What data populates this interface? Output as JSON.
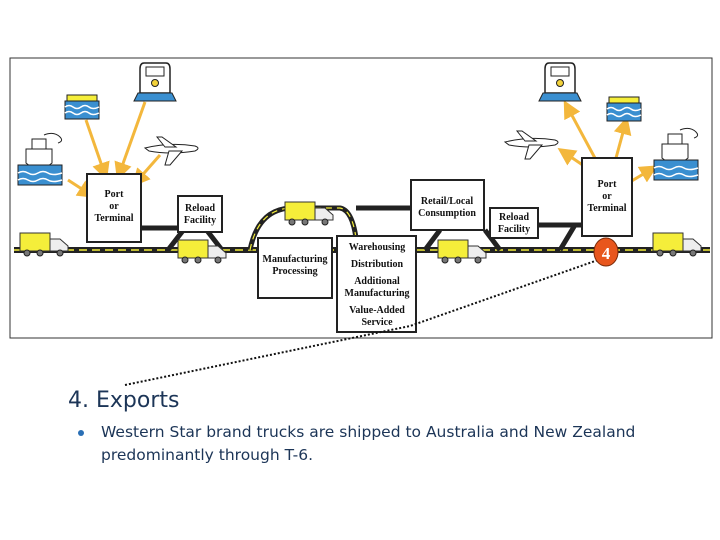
{
  "diagram": {
    "port_left": [
      "Port",
      "or",
      "Terminal"
    ],
    "reload_left": [
      "Reload",
      "Facility"
    ],
    "manufacturing": [
      "Manufacturing",
      "Processing"
    ],
    "warehouse": [
      "Warehousing",
      "Distribution",
      "Additional",
      "Manufacturing",
      "Value-Added",
      "Service"
    ],
    "retail": [
      "Retail/Local",
      "Consumption"
    ],
    "reload_right": [
      "Reload",
      "Facility"
    ],
    "port_right": [
      "Port",
      "or",
      "Terminal"
    ],
    "marker": "4",
    "colors": {
      "marker": "#e8561c",
      "arrow": "#f3b73c",
      "truck": "#f5ee3a",
      "road": "#222222",
      "water": "#3a8fd0"
    }
  },
  "slide": {
    "heading": "4. Exports",
    "bullet": "Western Star brand trucks are shipped to Australia and New Zealand predominantly through T-6."
  }
}
